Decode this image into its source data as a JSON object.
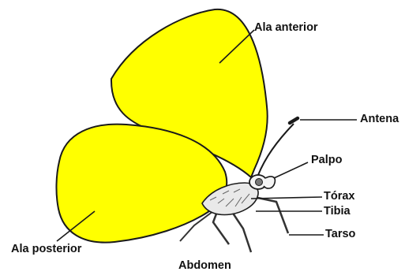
{
  "labels": {
    "forewing": "Ala anterior",
    "antenna": "Antena",
    "palp": "Palpo",
    "thorax": "Tórax",
    "tibia": "Tibia",
    "tarsus": "Tarso",
    "hindwing": "Ala posterior",
    "abdomen": "Abdomen"
  },
  "colors": {
    "wing_fill": "#ffff00",
    "outline": "#1a1a1a",
    "body_fill": "#e9e9e9"
  }
}
